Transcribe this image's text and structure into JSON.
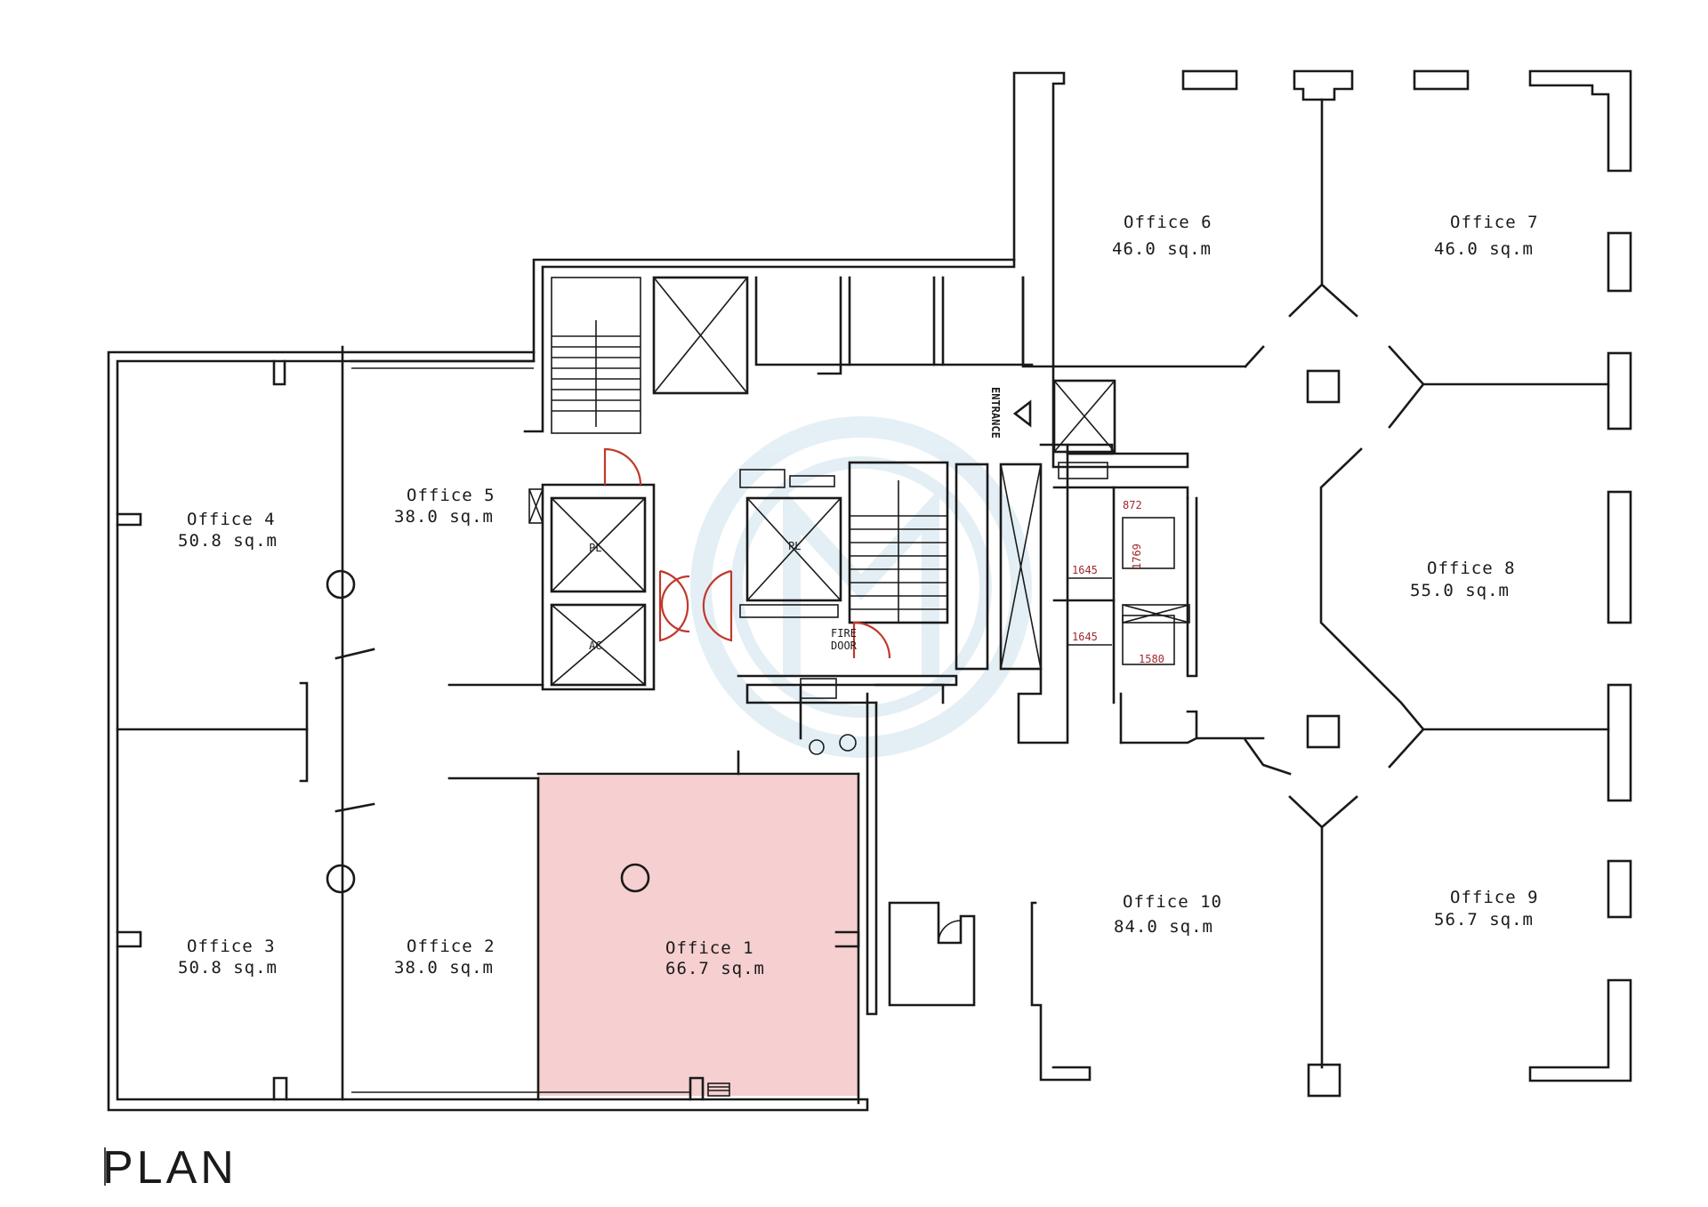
{
  "plan": {
    "title": "PLAN",
    "entrance_label": "ENTRANCE",
    "fire_door_label": [
      "FIRE",
      "DOOR"
    ],
    "lift_labels": [
      "PL",
      "AC",
      "PL"
    ],
    "colors": {
      "highlight_fill": "#f6cfd0",
      "walls": "#1a1a1a",
      "dimensions": "#a0282e",
      "watermark": "#cfe3ee"
    }
  },
  "offices": [
    {
      "id": "office-1",
      "name": "Office 1",
      "area": "66.7 sq.m",
      "highlighted": true
    },
    {
      "id": "office-2",
      "name": "Office 2",
      "area": "38.0 sq.m",
      "highlighted": false
    },
    {
      "id": "office-3",
      "name": "Office 3",
      "area": "50.8 sq.m",
      "highlighted": false
    },
    {
      "id": "office-4",
      "name": "Office 4",
      "area": "50.8 sq.m",
      "highlighted": false
    },
    {
      "id": "office-5",
      "name": "Office 5",
      "area": "38.0 sq.m",
      "highlighted": false
    },
    {
      "id": "office-6",
      "name": "Office 6",
      "area": "46.0 sq.m",
      "highlighted": false
    },
    {
      "id": "office-7",
      "name": "Office 7",
      "area": "46.0 sq.m",
      "highlighted": false
    },
    {
      "id": "office-8",
      "name": "Office 8",
      "area": "55.0 sq.m",
      "highlighted": false
    },
    {
      "id": "office-9",
      "name": "Office 9",
      "area": "56.7 sq.m",
      "highlighted": false
    },
    {
      "id": "office-10",
      "name": "Office 10",
      "area": "84.0 sq.m",
      "highlighted": false
    }
  ],
  "dimensions": [
    "872",
    "1645",
    "1769",
    "1645",
    "1580"
  ]
}
